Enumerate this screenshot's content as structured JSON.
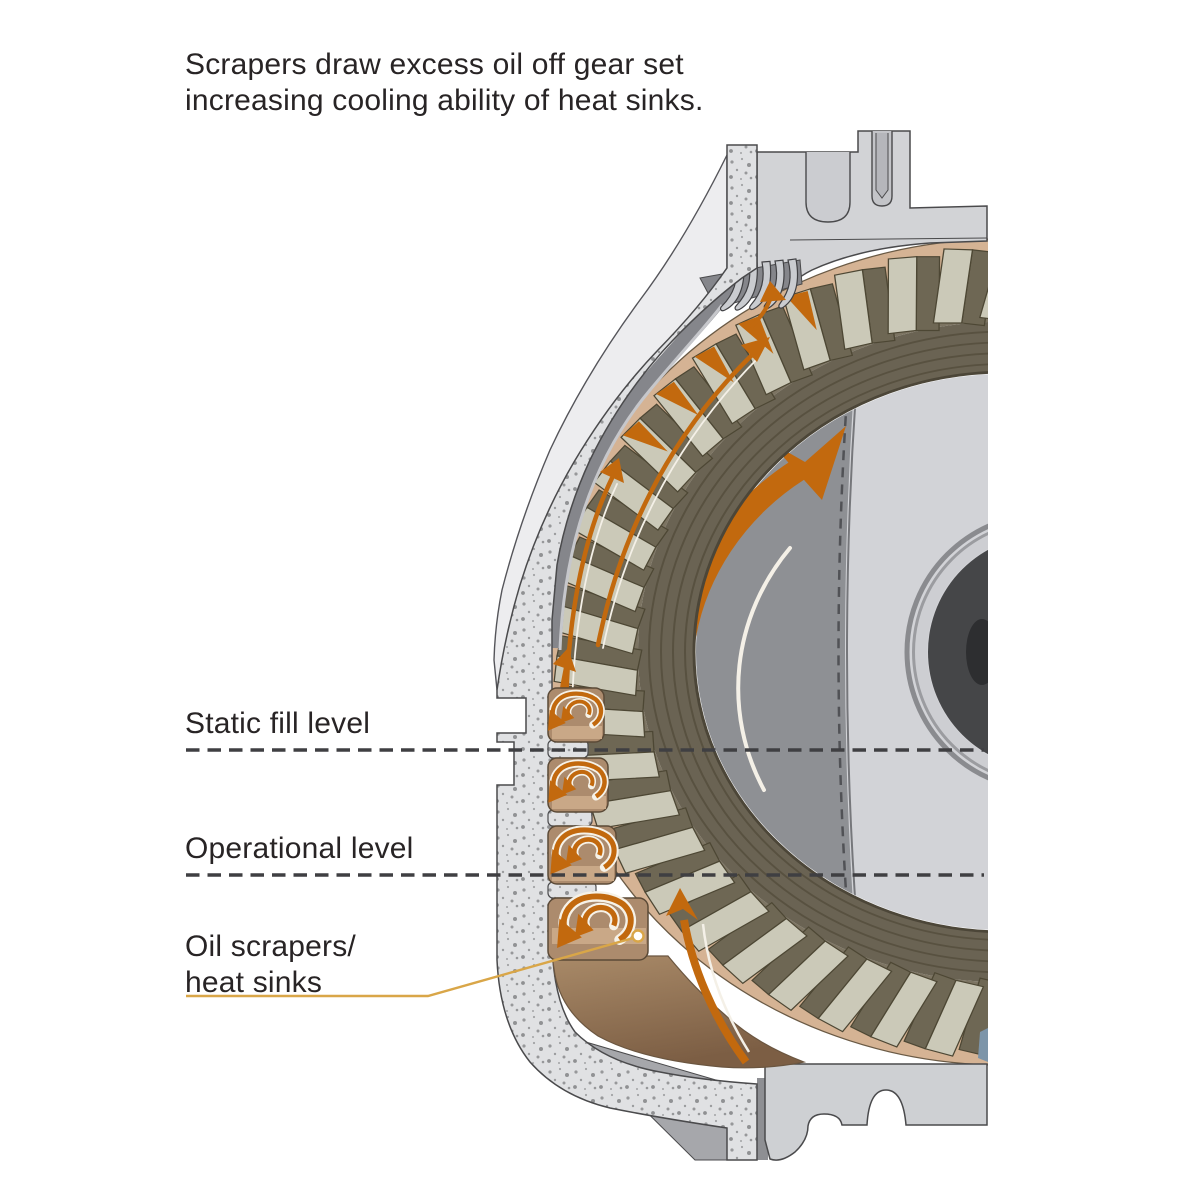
{
  "title": {
    "line1": "Scrapers draw excess oil off gear set",
    "line2": "increasing cooling ability of heat sinks."
  },
  "annotations": {
    "static_fill": {
      "label": "Static fill level"
    },
    "operational": {
      "label": "Operational level"
    },
    "oil_scrapers": {
      "label_line1": "Oil scrapers/",
      "label_line2": "heat sinks"
    }
  },
  "colors": {
    "text": "#282425",
    "dashed_level_line": "#3f3f42",
    "leader_line": "#d9a648",
    "oil_flow_orange": "#c2690e",
    "oil_film_tan": "#d5b394",
    "oil_sump_brown": "#9a7a5c",
    "scraper_pocket_brown": "#ac8b6d",
    "housing_stipple_gray": "#e0e1e3",
    "housing_cap_gray": "#d2d3d6",
    "gear_web_olive": "#6a6353",
    "gear_tooth_face": "#cbc9b8",
    "case_gray": "#d2d3d7"
  }
}
